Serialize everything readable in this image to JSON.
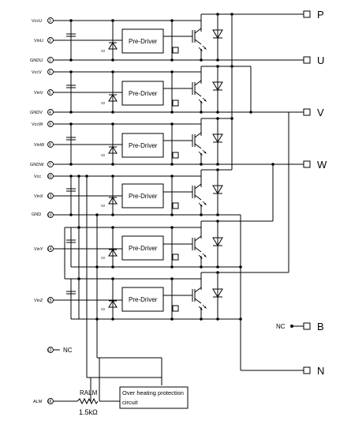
{
  "pins": [
    {
      "id": "vccu",
      "label": "VccU",
      "num": "3"
    },
    {
      "id": "vinu",
      "label": "VinU",
      "num": "2"
    },
    {
      "id": "gndu",
      "label": "GNDU",
      "num": "1"
    },
    {
      "id": "vccv",
      "label": "VccV",
      "num": "6"
    },
    {
      "id": "vinv",
      "label": "VinV",
      "num": "5"
    },
    {
      "id": "gndv",
      "label": "GNDV",
      "num": "4"
    },
    {
      "id": "vccw",
      "label": "VccW",
      "num": "9"
    },
    {
      "id": "vinw",
      "label": "VinW",
      "num": "8"
    },
    {
      "id": "gndw",
      "label": "GNDW",
      "num": "7"
    },
    {
      "id": "vcc",
      "label": "Vcc",
      "num": "10"
    },
    {
      "id": "vinx",
      "label": "VinX",
      "num": "13"
    },
    {
      "id": "gnd",
      "label": "GND",
      "num": "10"
    },
    {
      "id": "viny",
      "label": "VinY",
      "num": "14"
    },
    {
      "id": "vinz",
      "label": "VinZ",
      "num": "15"
    },
    {
      "id": "alm",
      "label": "ALM",
      "num": "16"
    }
  ],
  "nc_pin": {
    "label": "NC",
    "num": "12"
  },
  "drivers": [
    "Pre-Driver",
    "Pre-Driver",
    "Pre-Driver",
    "Pre-Driver",
    "Pre-Driver",
    "Pre-Driver"
  ],
  "zener_labels": [
    "Vz",
    "Vz",
    "Vz",
    "Vz",
    "Vz",
    "Vz"
  ],
  "terminals": {
    "p": "P",
    "u": "U",
    "v": "V",
    "w": "W",
    "b": "B",
    "n": "N",
    "nc_right": "NC"
  },
  "alarm": {
    "resistor_label": "RALM",
    "resistor_value": "1.5kΩ",
    "protection_line1": "Over heating protection",
    "protection_line2": "circuit"
  }
}
